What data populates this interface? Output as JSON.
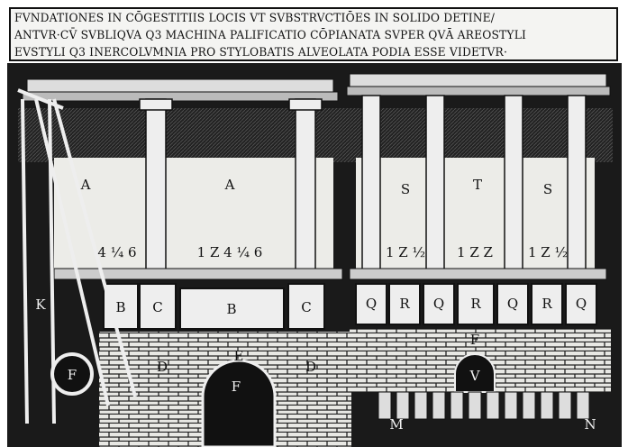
{
  "caption": {
    "lines": [
      "FVNDATIONES IN CŌGESTITIIS LOCIS VT SVBSTRVCTIŌES IN SOLIDO DETINE/",
      "ANTVR·CV̄ SVBLIQVA Q3 MACHINA PALIFICATIO CŌPIANATA SVPER QVĀ AREOSTYLI",
      "EVSTYLI Q3 INERCOLVMNIA PRO STYLOBATIS ALVEOLATA PODIA ESSE VIDETVR·"
    ]
  },
  "left_building": {
    "upper_labels": [
      "A",
      "A"
    ],
    "measure_labels": [
      "4 ¼ 6",
      "1 Z 4 ¼ 6"
    ],
    "pedestal_labels": [
      "B",
      "C",
      "B",
      "C"
    ],
    "arch_label": "F",
    "arch_top_label": "E",
    "step_labels": [
      "D",
      "D"
    ]
  },
  "scaffold": {
    "side_label": "K",
    "wheel_label": "F"
  },
  "right_building": {
    "upper_labels": [
      "S",
      "T",
      "S"
    ],
    "measure_labels": [
      "1 Z ½",
      "1 Z Z",
      "1 Z ½"
    ],
    "pedestal_labels": [
      "Q",
      "R",
      "Q",
      "R",
      "Q",
      "R",
      "Q"
    ],
    "arch_label": "V",
    "arch_top_label": "F",
    "base_labels": [
      "M",
      "N"
    ]
  }
}
